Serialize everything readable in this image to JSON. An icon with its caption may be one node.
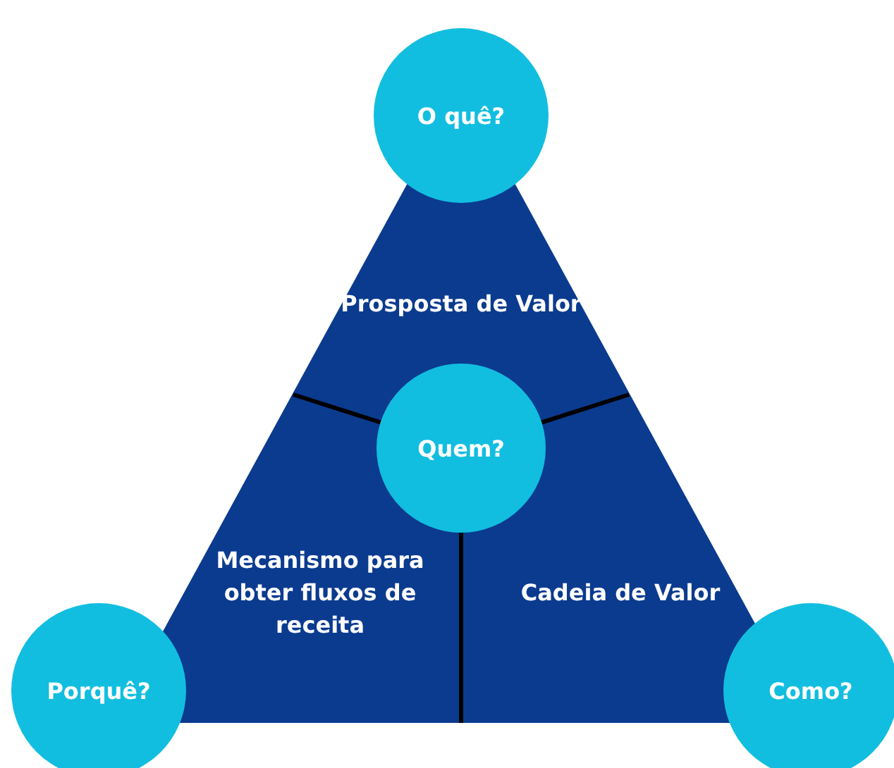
{
  "diagram": {
    "nodes": [
      {
        "text": [
          "O quê?"
        ]
      },
      {
        "text": [],
        "shape": "triangle"
      },
      {
        "text": [
          "Prosposta de Valor"
        ],
        "in": 1
      },
      {
        "text": [
          "Quem?"
        ],
        "in": 1
      },
      {
        "text": [
          "Mecanismo para obter fluxos de receita"
        ],
        "in": 1
      },
      {
        "text": [
          "Cadeia de Valor"
        ],
        "in": 1
      },
      {
        "text": [
          "Porquê?"
        ]
      },
      {
        "text": [
          "Como?"
        ]
      }
    ]
  }
}
